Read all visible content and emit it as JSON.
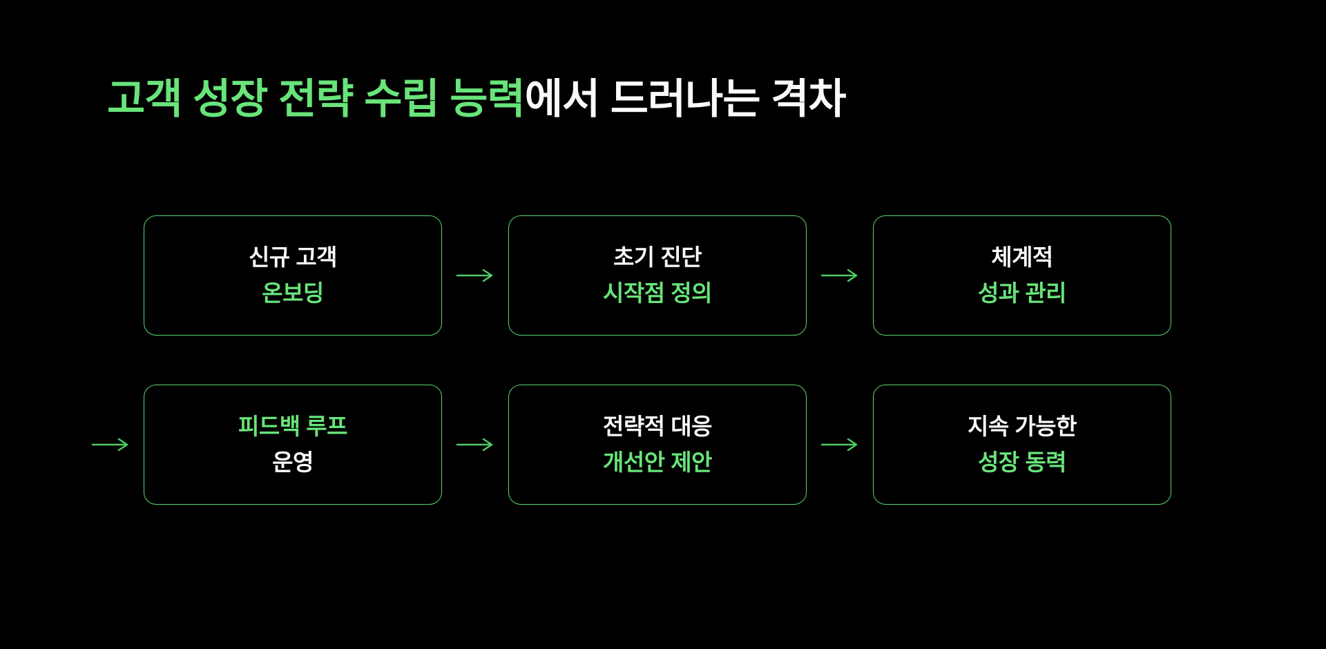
{
  "colors": {
    "background": "#000000",
    "accent": "#68E47A",
    "border": "#5BD86F",
    "arrow": "#4FCB64",
    "text_white": "#FAFAFA"
  },
  "title": {
    "highlight": "고객 성장 전략 수립 능력",
    "rest": "에서 드러나는 격차"
  },
  "flow": {
    "steps": [
      {
        "line1": "신규 고객",
        "line2": "온보딩",
        "line1_color": "#FAFAFA",
        "line2_color": "#68E47A"
      },
      {
        "line1": "초기 진단",
        "line2": "시작점 정의",
        "line1_color": "#FAFAFA",
        "line2_color": "#68E47A"
      },
      {
        "line1": "체계적",
        "line2": "성과 관리",
        "line1_color": "#FAFAFA",
        "line2_color": "#68E47A"
      },
      {
        "line1": "피드백 루프",
        "line2": "운영",
        "line1_color": "#68E47A",
        "line2_color": "#FAFAFA"
      },
      {
        "line1": "전략적 대응",
        "line2": "개선안 제안",
        "line1_color": "#FAFAFA",
        "line2_color": "#68E47A"
      },
      {
        "line1": "지속 가능한",
        "line2": "성장 동력",
        "line1_color": "#FAFAFA",
        "line2_color": "#68E47A"
      }
    ]
  }
}
